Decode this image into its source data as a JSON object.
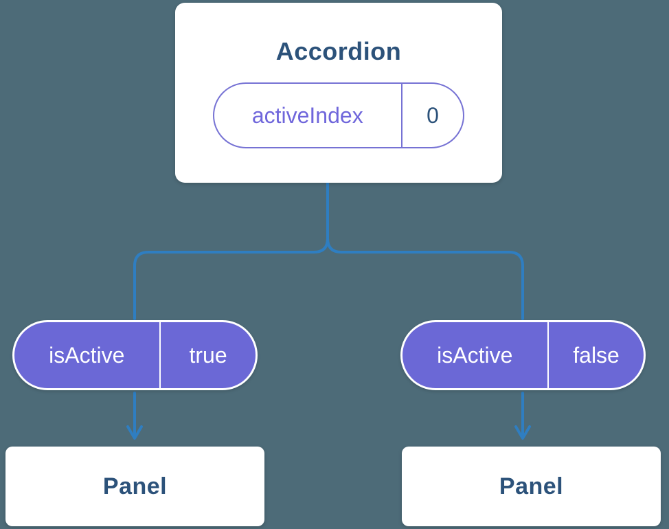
{
  "diagram": {
    "root": {
      "title": "Accordion",
      "prop": {
        "name": "activeIndex",
        "value": "0"
      }
    },
    "children": [
      {
        "prop": {
          "name": "isActive",
          "value": "true"
        },
        "panel": "Panel"
      },
      {
        "prop": {
          "name": "isActive",
          "value": "false"
        },
        "panel": "Panel"
      }
    ],
    "colors": {
      "background": "#4D6B78",
      "card_fill": "#FFFFFF",
      "title_text": "#2C527A",
      "pill_purple": "#6B68D6",
      "pill_outline": "#7672D4",
      "prop_name_text": "#6F66DB",
      "pill_text_light": "#FFFFFF",
      "connector_blue": "#2F7EC1"
    }
  }
}
